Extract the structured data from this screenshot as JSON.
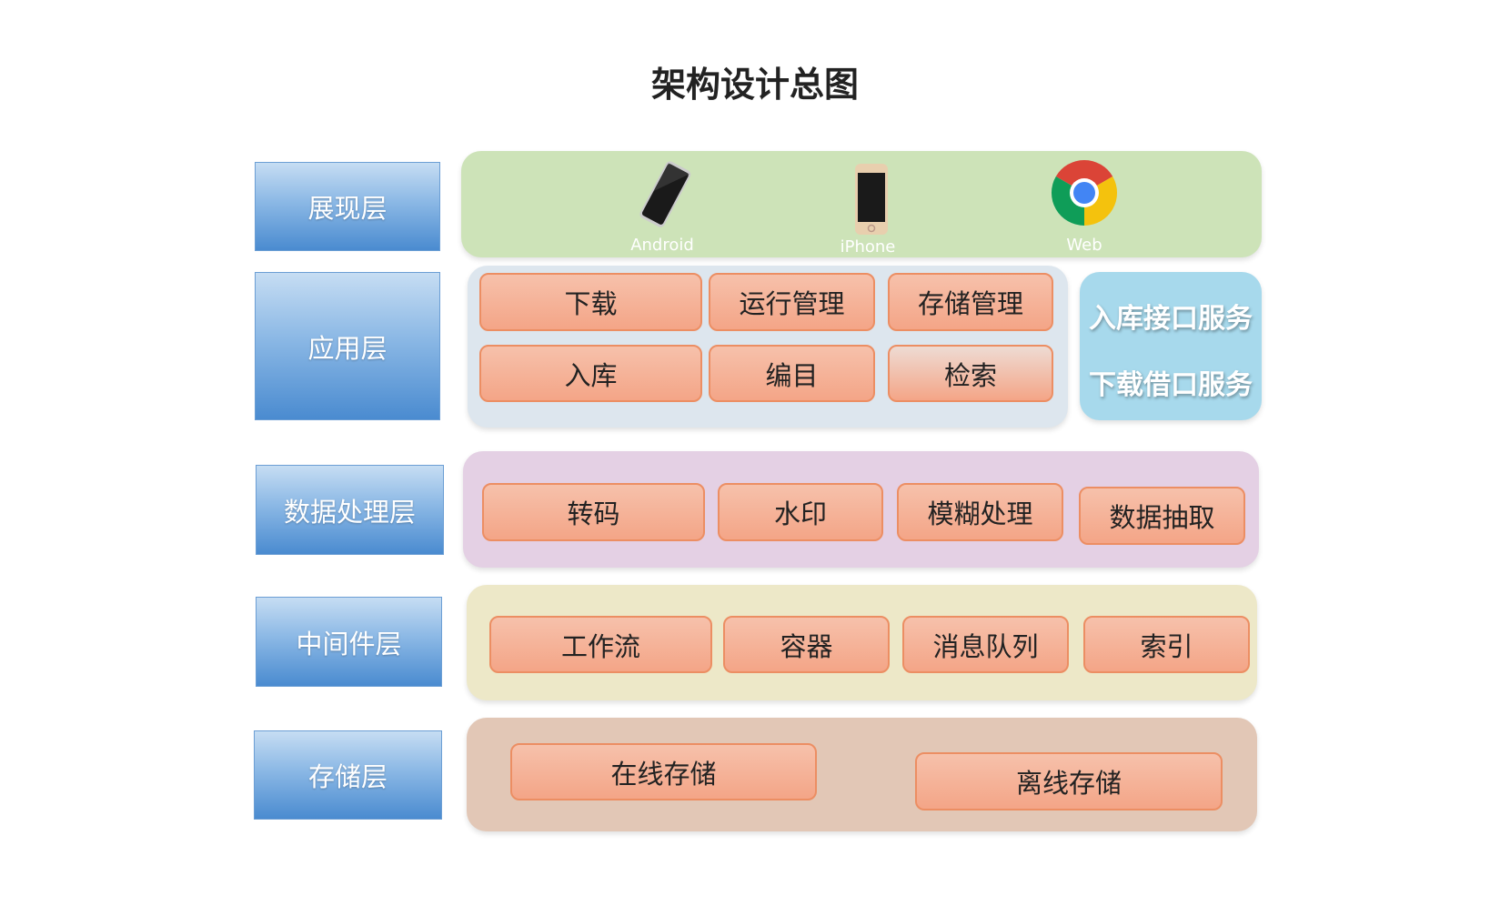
{
  "title": "架构设计总图",
  "layers": {
    "presentation": {
      "label": "展现层",
      "clients": [
        {
          "name": "Android",
          "icon": "android-phone-icon"
        },
        {
          "name": "iPhone",
          "icon": "iphone-icon"
        },
        {
          "name": "Web",
          "icon": "chrome-icon"
        }
      ]
    },
    "application": {
      "label": "应用层",
      "modules": [
        "下载",
        "运行管理",
        "存储管理",
        "入库",
        "编目",
        "检索"
      ],
      "services": [
        "入库接口服务",
        "下载借口服务"
      ]
    },
    "data_processing": {
      "label": "数据处理层",
      "modules": [
        "转码",
        "水印",
        "模糊处理",
        "数据抽取"
      ]
    },
    "middleware": {
      "label": "中间件层",
      "modules": [
        "工作流",
        "容器",
        "消息队列",
        "索引"
      ]
    },
    "storage": {
      "label": "存储层",
      "modules": [
        "在线存储",
        "离线存储"
      ]
    }
  },
  "colors": {
    "presentation": "#cde3b8",
    "application": "#dde6ee",
    "services": "#a7d9ec",
    "data_processing": "#e4d0e4",
    "middleware": "#ede8c8",
    "storage": "#e2c7b6",
    "module": "#f4a587"
  }
}
